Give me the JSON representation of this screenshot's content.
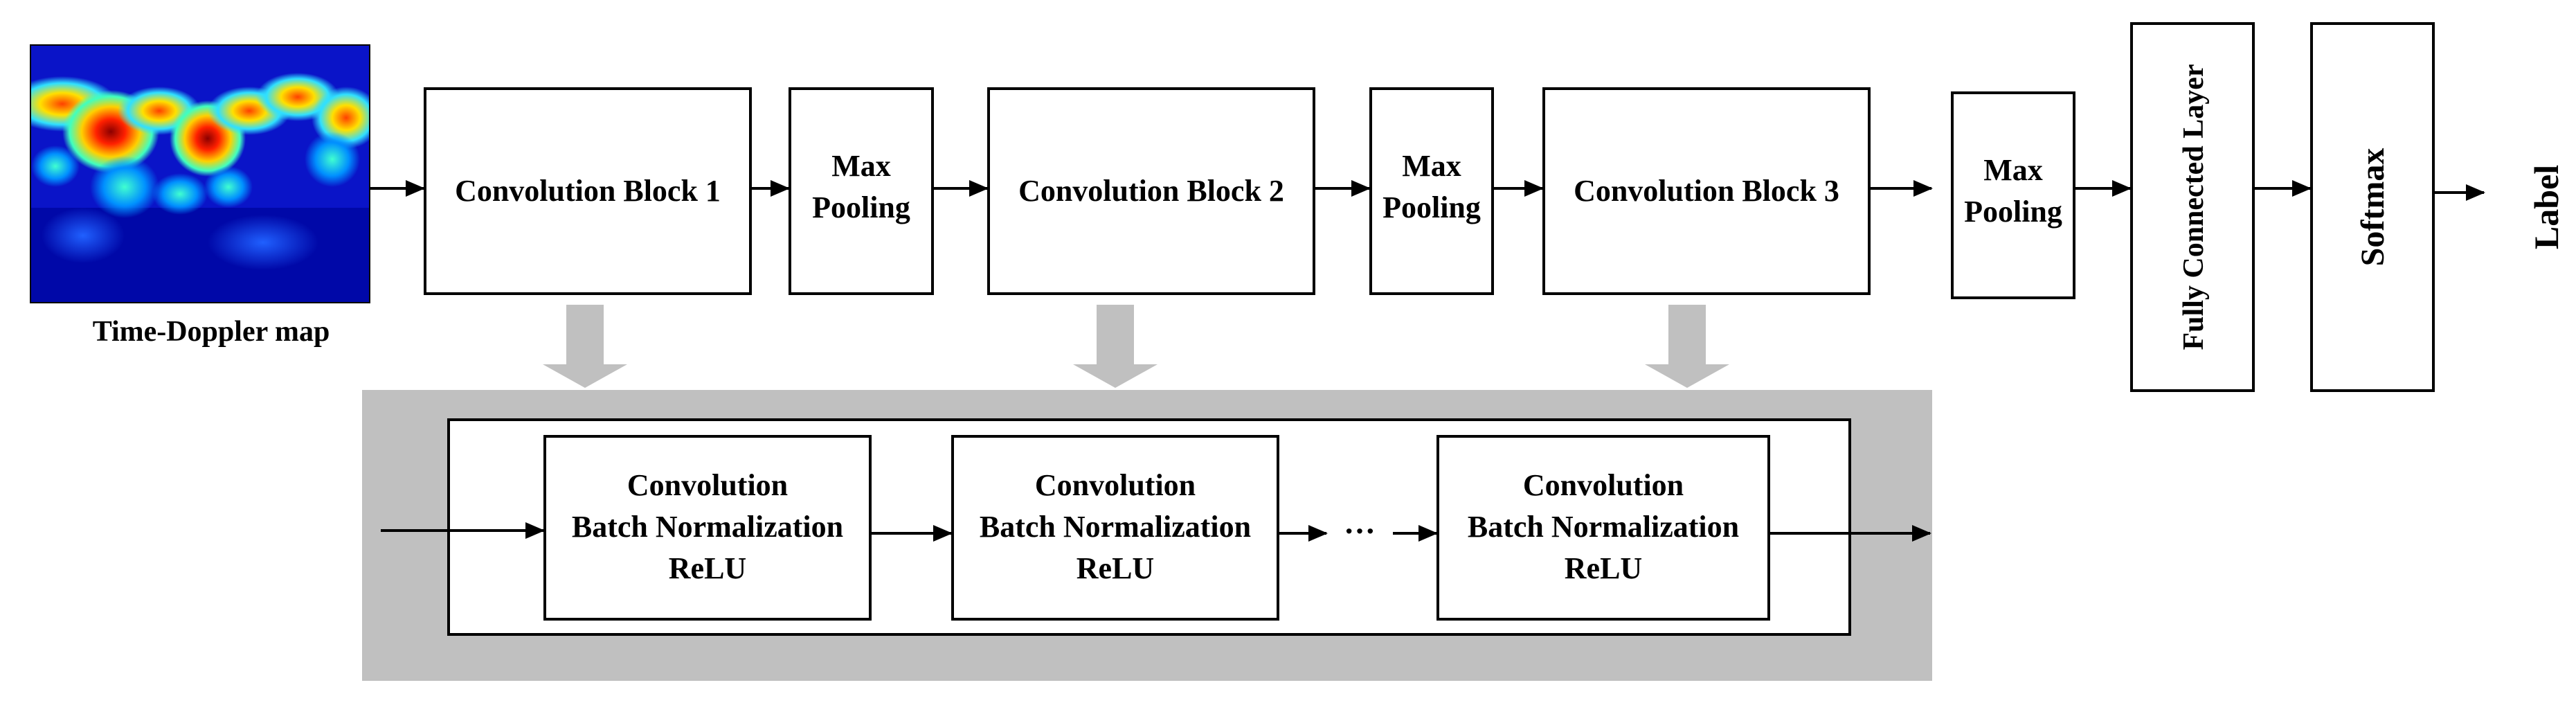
{
  "input": {
    "caption": "Time-Doppler map"
  },
  "pipeline": {
    "conv_block_1": "Convolution Block 1",
    "pool_1": [
      "Max",
      "Pooling"
    ],
    "conv_block_2": "Convolution Block 2",
    "pool_2": [
      "Max",
      "Pooling"
    ],
    "conv_block_3": "Convolution Block 3",
    "pool_3": [
      "Max",
      "Pooling"
    ],
    "fully_connected": "Fully Connected Layer",
    "softmax": "Softmax",
    "output": "Label"
  },
  "block_detail": {
    "units": [
      [
        "Convolution",
        "Batch Normalization",
        "ReLU"
      ],
      [
        "Convolution",
        "Batch Normalization",
        "ReLU"
      ],
      [
        "Convolution",
        "Batch Normalization",
        "ReLU"
      ]
    ],
    "ellipsis": "···"
  },
  "colors": {
    "stroke": "#000000",
    "detail_background": "#c0c0c0",
    "expand_arrow": "#c0c0c0",
    "heatmap_base": "#0a14c8"
  }
}
